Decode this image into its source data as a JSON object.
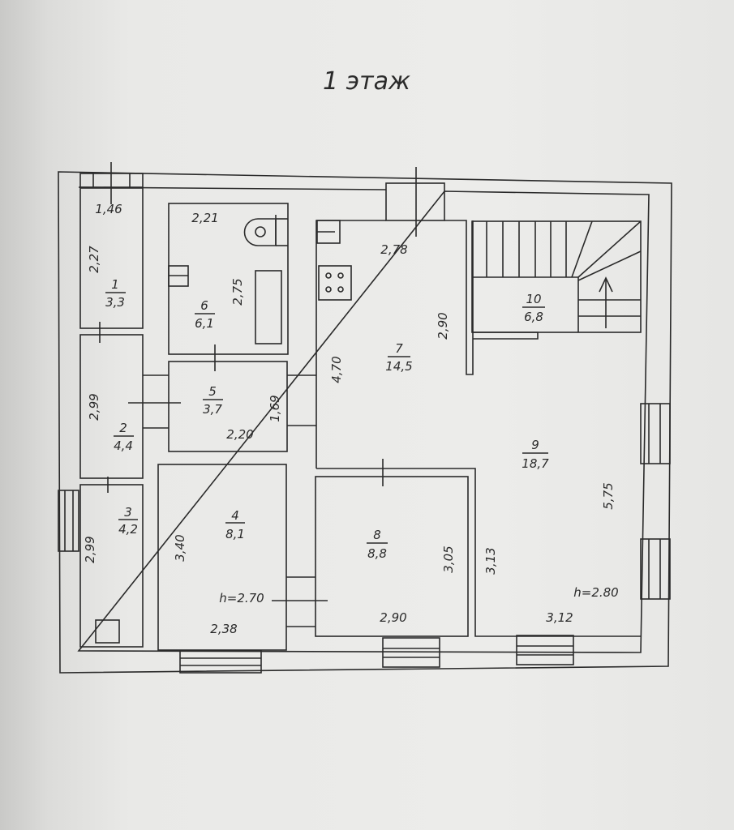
{
  "title": "1 этаж",
  "rooms": [
    {
      "number": "1",
      "area": "3,3",
      "dims": [
        "1,46",
        "2,27"
      ]
    },
    {
      "number": "2",
      "area": "4,4",
      "dims": [
        "2,99"
      ]
    },
    {
      "number": "3",
      "area": "4,2",
      "dims": [
        "2,99"
      ]
    },
    {
      "number": "4",
      "area": "8,1",
      "dims": [
        "3,40",
        "2,38"
      ],
      "height": "h=2.70"
    },
    {
      "number": "5",
      "area": "3,7",
      "dims": [
        "1,69",
        "2,20"
      ]
    },
    {
      "number": "6",
      "area": "6,1",
      "dims": [
        "2,21",
        "2,75"
      ]
    },
    {
      "number": "7",
      "area": "14,5",
      "dims": [
        "2,78",
        "2,90",
        "4,70"
      ]
    },
    {
      "number": "8",
      "area": "8,8",
      "dims": [
        "3,05",
        "2,90"
      ]
    },
    {
      "number": "9",
      "area": "18,7",
      "dims": [
        "5,75",
        "3,13",
        "3,12"
      ],
      "height": "h=2.80"
    },
    {
      "number": "10",
      "area": "6,8",
      "dims": []
    }
  ]
}
